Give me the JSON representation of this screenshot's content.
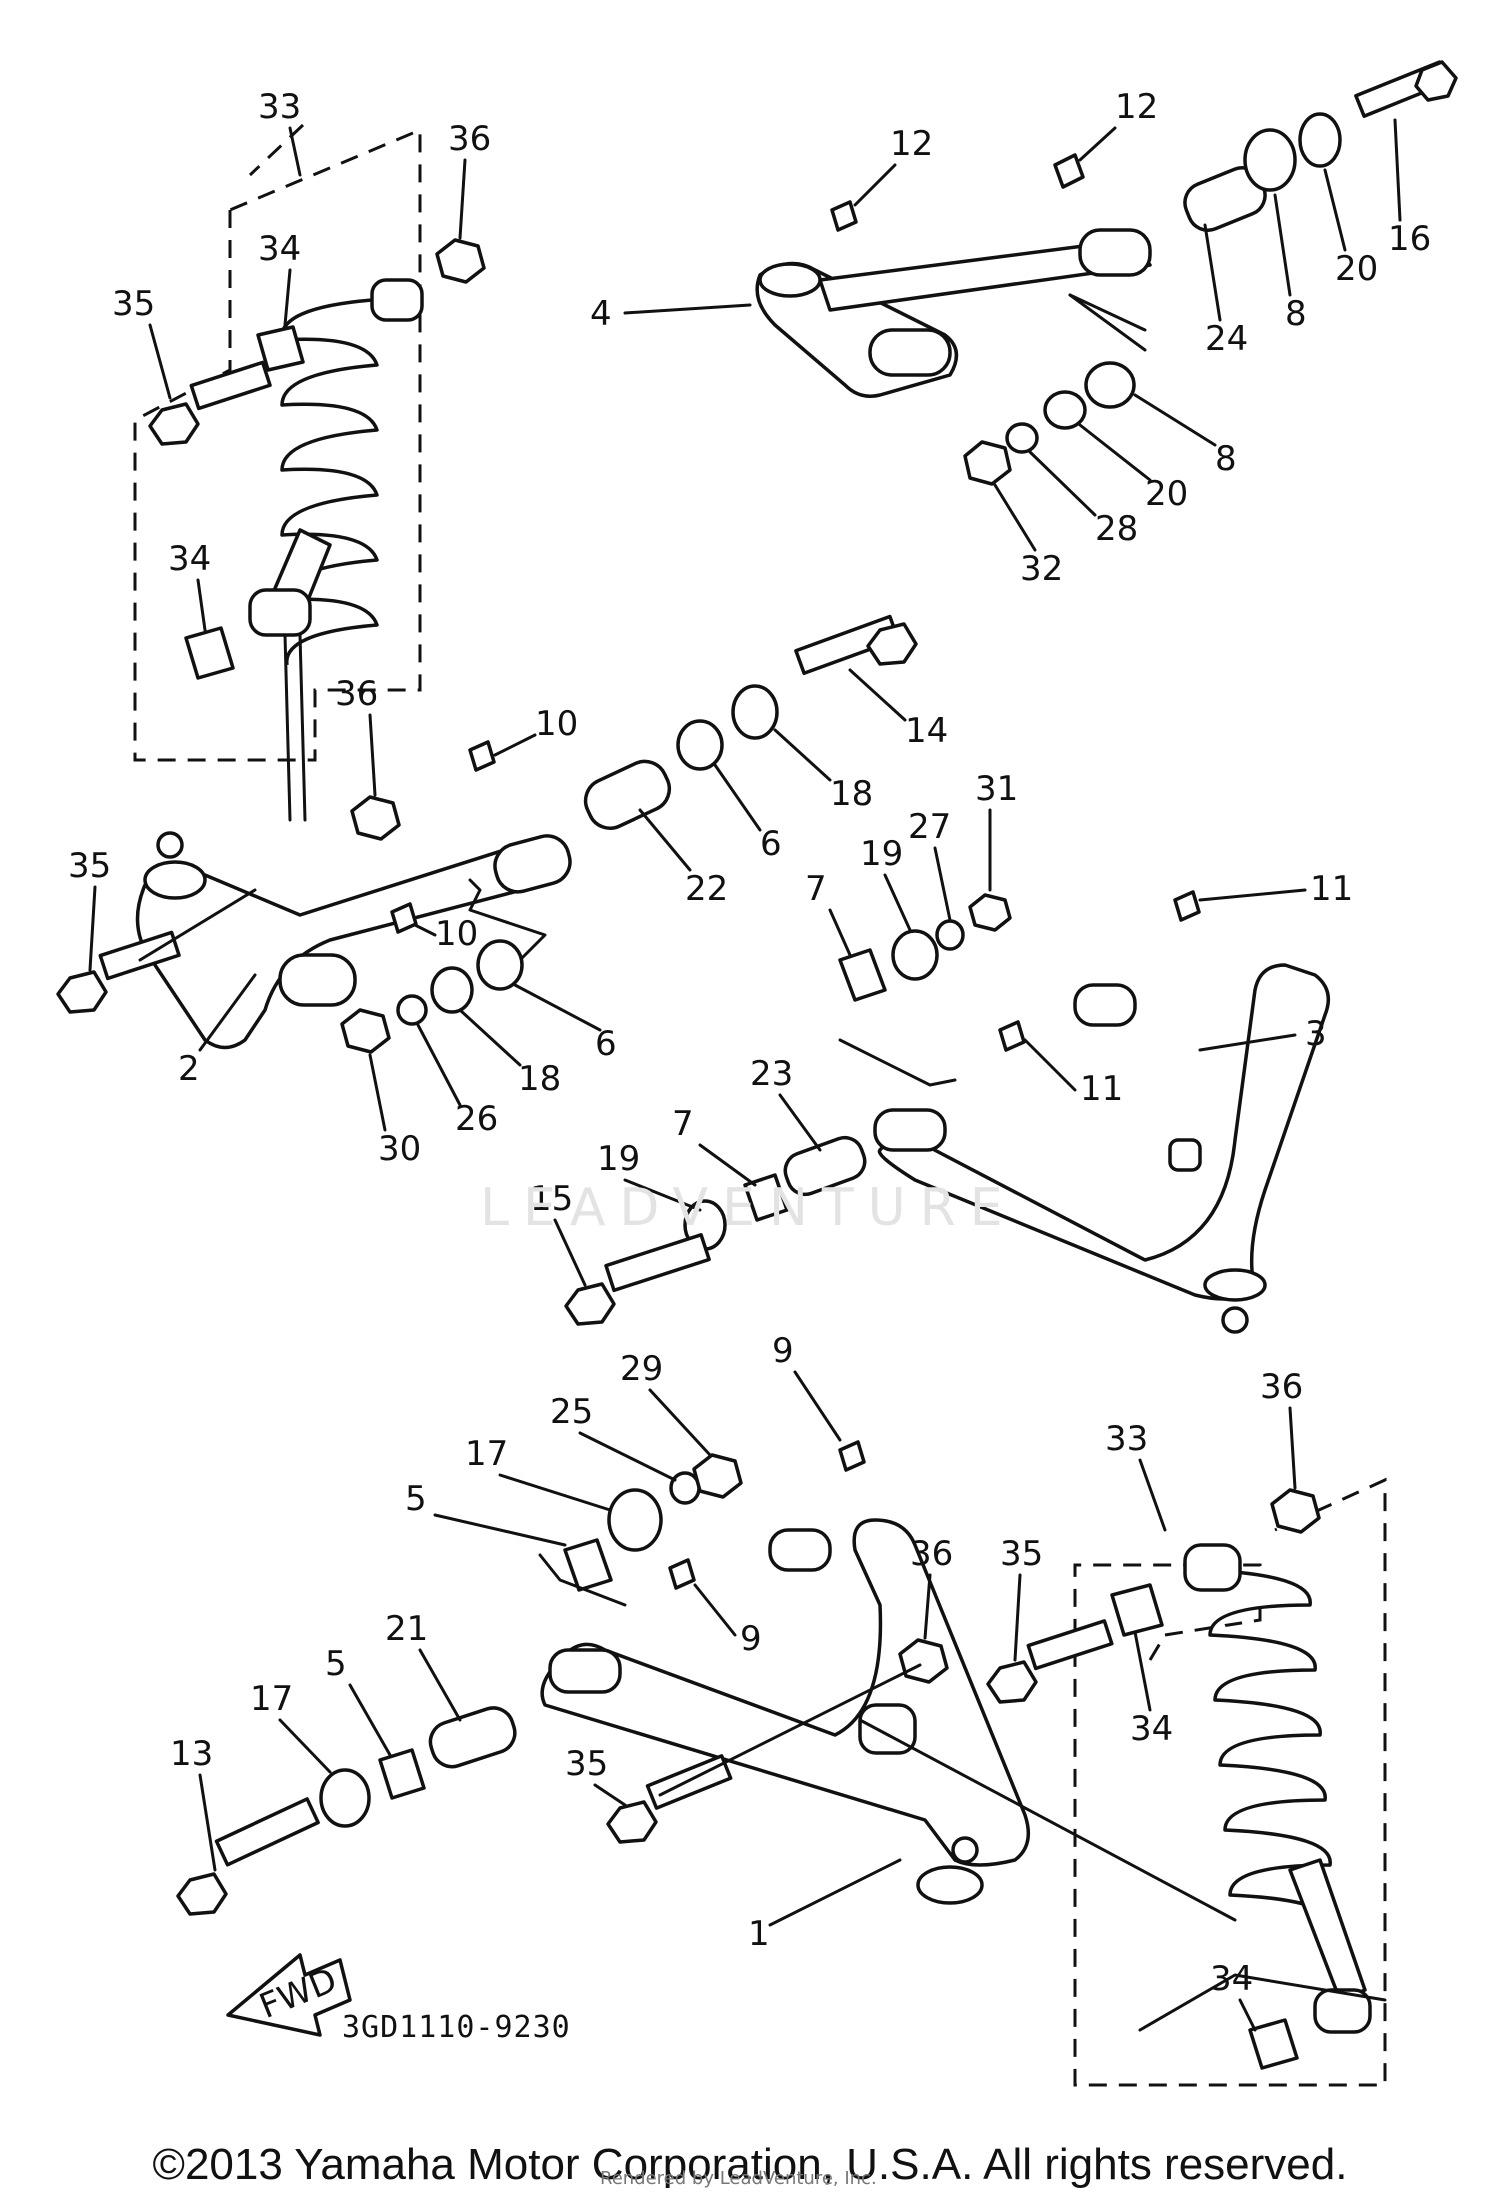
{
  "diagram": {
    "part_numbers": [
      "1",
      "2",
      "3",
      "4",
      "5",
      "6",
      "7",
      "8",
      "9",
      "10",
      "11",
      "12",
      "13",
      "14",
      "15",
      "16",
      "17",
      "18",
      "19",
      "20",
      "21",
      "22",
      "23",
      "24",
      "25",
      "26",
      "27",
      "28",
      "29",
      "30",
      "31",
      "32",
      "33",
      "34",
      "35",
      "36"
    ],
    "labels": {
      "upper_left": {
        "n33": "33",
        "n36": "36",
        "n34a": "34",
        "n35": "35",
        "n34b": "34"
      },
      "upper_right": {
        "n12a": "12",
        "n12b": "12",
        "n16": "16",
        "n4": "4",
        "n24": "24",
        "n8a": "8",
        "n20a": "20",
        "n8b": "8",
        "n20b": "20",
        "n28": "28",
        "n32": "32"
      },
      "middle": {
        "n36": "36",
        "n10a": "10",
        "n14": "14",
        "n35": "35",
        "n18a": "18",
        "n6a": "6",
        "n22": "22",
        "n31": "31",
        "n27": "27",
        "n19a": "19",
        "n7a": "7",
        "n11a": "11",
        "n10b": "10",
        "n2": "2",
        "n6b": "6",
        "n18b": "18",
        "n26": "26",
        "n30": "30",
        "n3": "3",
        "n11b": "11",
        "n23": "23",
        "n7b": "7",
        "n19b": "19",
        "n15": "15"
      },
      "lower": {
        "n29": "29",
        "n9a": "9",
        "n36a": "36",
        "n25": "25",
        "n33": "33",
        "n17a": "17",
        "n5a": "5",
        "n36b": "36",
        "n35a": "35",
        "n9b": "9",
        "n21": "21",
        "n5b": "5",
        "n17b": "17",
        "n13": "13",
        "n35b": "35",
        "n34a": "34",
        "n1": "1",
        "n34b": "34"
      }
    },
    "fwd_label": "FWD",
    "diagram_code": "3GD1110-9230",
    "watermark": "LEADVENTURE",
    "rendered_note": "Rendered by LeadVenture, Inc.",
    "copyright": "©2013 Yamaha Motor Corporation, U.S.A. All rights reserved."
  }
}
